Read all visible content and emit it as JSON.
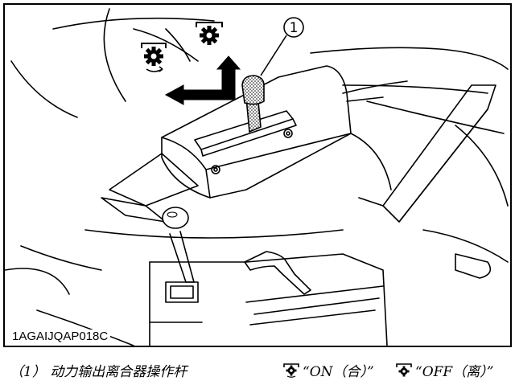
{
  "figure": {
    "code": "1AGAIJQAP018C",
    "callout_number": "1",
    "icons": {
      "engaged": "pto-gear-rotating-icon",
      "disengaged": "pto-gear-icon"
    }
  },
  "caption": {
    "item_label": "（1） 动力输出离合器操作杆",
    "on_label": "“ON（合）”",
    "off_label": "“OFF（离）”"
  }
}
